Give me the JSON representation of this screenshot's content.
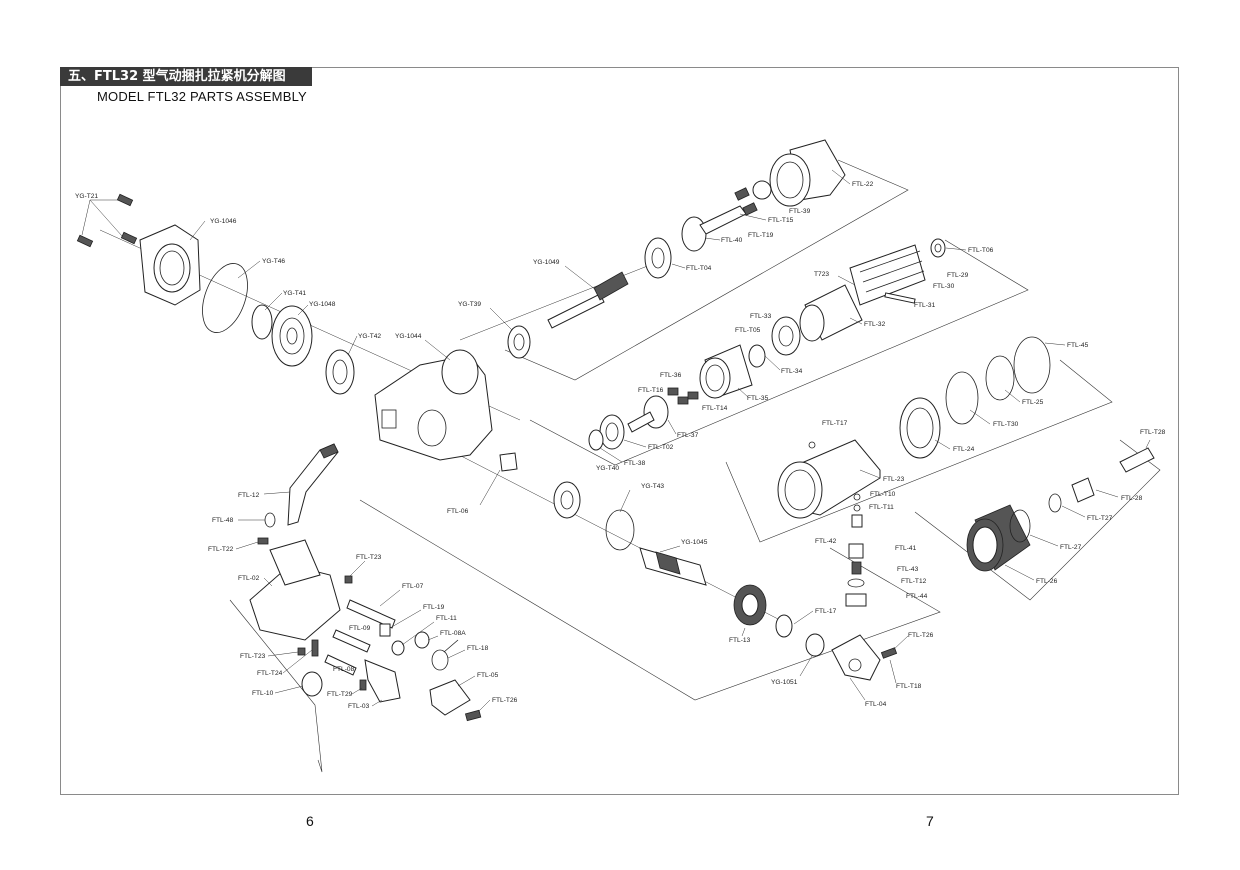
{
  "header": {
    "title_cn": "五、FTL32 型气动捆扎拉紧机分解图",
    "title_en": "MODEL FTL32 PARTS ASSEMBLY"
  },
  "pages": {
    "left": "6",
    "right": "7"
  },
  "labels": {
    "yg_t21": "YG-T21",
    "yg_1046": "YG-1046",
    "yg_t46": "YG-T46",
    "yg_t41": "YG-T41",
    "yg_1048": "YG-1048",
    "yg_t42": "YG-T42",
    "yg_1044": "YG-1044",
    "yg_t39": "YG-T39",
    "yg_1049": "YG-1049",
    "ftl_t04": "FTL-T04",
    "ftl_40": "FTL-40",
    "ftl_t19": "FTL-T19",
    "ftl_t15": "FTL-T15",
    "ftl_39": "FTL-39",
    "ftl_22": "FTL-22",
    "ftl_t06": "FTL-T06",
    "ftl_29": "FTL-29",
    "ftl_30": "FTL-30",
    "t723": "T723",
    "ftl_31": "FTL-31",
    "ftl_32": "FTL-32",
    "ftl_33": "FTL-33",
    "ftl_t05": "FTL-T05",
    "ftl_34": "FTL-34",
    "ftl_36": "FTL-36",
    "ftl_t16": "FTL-T16",
    "ftl_t14": "FTL-T14",
    "ftl_35": "FTL-35",
    "ftl_37": "FTL-37",
    "ftl_t02": "FTL-T02",
    "ftl_38": "FTL-38",
    "yg_t40": "YG-T40",
    "ftl_45": "FTL-45",
    "ftl_25": "FTL-25",
    "ftl_t30": "FTL-T30",
    "ftl_24": "FTL-24",
    "ftl_t17": "FTL-T17",
    "ftl_23": "FTL-23",
    "ftl_t10": "FTL-T10",
    "ftl_t11": "FTL-T11",
    "ftl_42": "FTL-42",
    "ftl_41": "FTL-41",
    "ftl_43": "FTL-43",
    "ftl_t12": "FTL-T12",
    "ftl_44": "FTL-44",
    "ftl_t28": "FTL-T28",
    "ftl_28": "FTL-28",
    "ftl_t27": "FTL-T27",
    "ftl_27": "FTL-27",
    "ftl_26": "FTL-26",
    "ftl_06": "FTL-06",
    "yg_t43": "YG-T43",
    "yg_1045": "YG-1045",
    "ftl_17": "FTL-17",
    "ftl_13": "FTL-13",
    "yg_1051": "YG-1051",
    "ftl_04": "FTL-04",
    "ftl_t26_r": "FTL-T26",
    "ftl_t18": "FTL-T18",
    "ftl_12": "FTL-12",
    "ftl_48": "FTL-48",
    "ftl_t22": "FTL-T22",
    "ftl_02": "FTL-02",
    "ftl_t23_top": "FTL-T23",
    "ftl_07": "FTL-07",
    "ftl_19": "FTL-19",
    "ftl_11": "FTL-11",
    "ftl_09": "FTL-09",
    "ftl_08a": "FTL-08A",
    "ftl_18": "FTL-18",
    "ftl_t23_left": "FTL-T23",
    "ftl_08": "FTL-08",
    "ftl_t24": "FTL-T24",
    "ftl_10": "FTL-10",
    "ftl_t29": "FTL-T29",
    "ftl_05": "FTL-05",
    "ftl_03": "FTL-03",
    "ftl_t26_b": "FTL-T26"
  }
}
